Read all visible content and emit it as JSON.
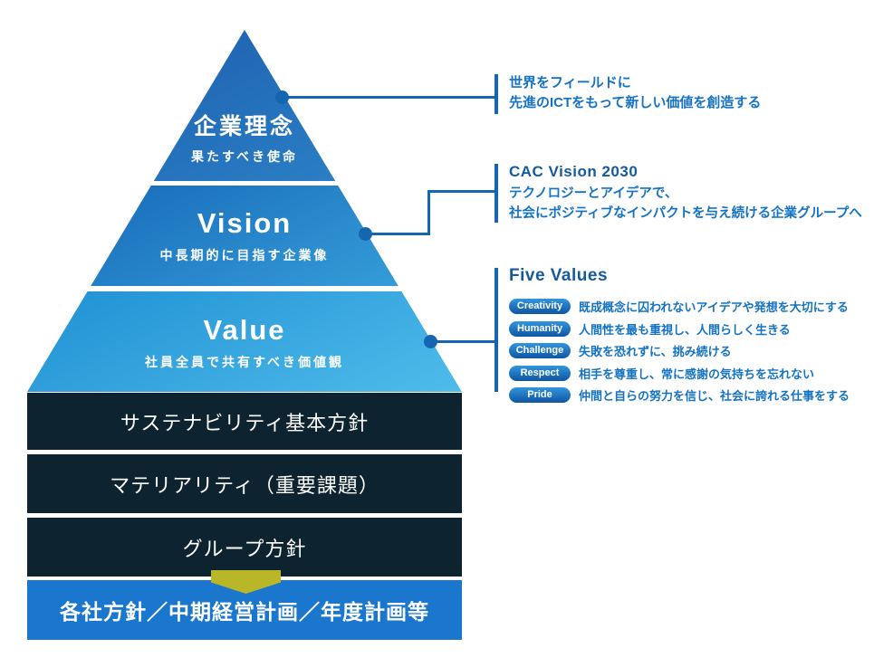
{
  "pyramid": {
    "levels": [
      {
        "title": "企業理念",
        "subtitle": "果たすべき使命"
      },
      {
        "title": "Vision",
        "subtitle": "中長期的に目指す企業像"
      },
      {
        "title": "Value",
        "subtitle": "社員全員で共有すべき価値観"
      }
    ]
  },
  "annotations": {
    "mission": {
      "lines": [
        "世界をフィールドに",
        "先進のICTをもって新しい価値を創造する"
      ]
    },
    "vision": {
      "title": "CAC Vision 2030",
      "lines": [
        "テクノロジーとアイデアで、",
        "社会にポジティブなインパクトを与え続ける企業グループへ"
      ]
    },
    "values": {
      "title": "Five Values",
      "items": [
        {
          "label": "Creativity",
          "text": "既成概念に囚われないアイデアや発想を大切にする"
        },
        {
          "label": "Humanity",
          "text": "人間性を最も重視し、人間らしく生きる"
        },
        {
          "label": "Challenge",
          "text": "失敗を恐れずに、挑み続ける"
        },
        {
          "label": "Respect",
          "text": "相手を尊重し、常に感謝の気持ちを忘れない"
        },
        {
          "label": "Pride",
          "text": "仲間と自らの努力を信じ、社会に誇れる仕事をする"
        }
      ]
    }
  },
  "stack": {
    "boxes": [
      "サステナビリティ基本方針",
      "マテリアリティ（重要課題）",
      "グループ方針"
    ],
    "bottom": "各社方針／中期経営計画／年度計画等"
  },
  "colors": {
    "accent_blue": "#1566b0",
    "text_blue": "#1472c3",
    "title_blue": "#15599f",
    "dark_box": "#0d2430",
    "bottom_box": "#1b77cd",
    "arrow_yellow": "#b9b627",
    "pyramid_top": "#1b59ac",
    "pyramid_bottom": "#4fbcea",
    "badge_gradient_top": "#3396dc",
    "badge_gradient_bottom": "#0e55a2"
  }
}
